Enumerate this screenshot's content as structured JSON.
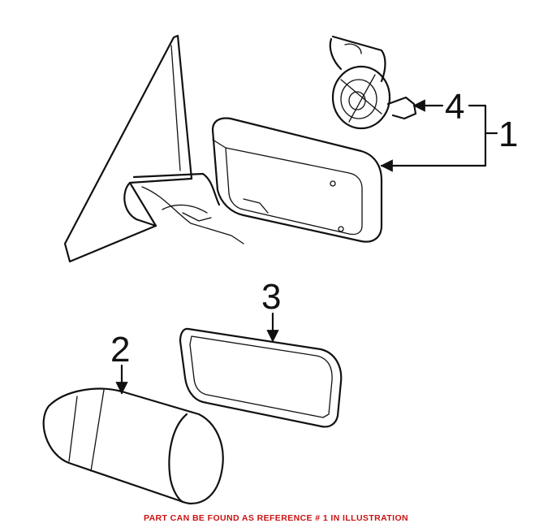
{
  "callouts": {
    "part_1": "1",
    "part_2": "2",
    "part_3": "3",
    "part_4": "4"
  },
  "footer_note": "PART CAN BE FOUND AS REFERENCE # 1 IN ILLUSTRATION",
  "colors": {
    "footer_text": "#cc1111",
    "line": "#111111",
    "background": "#ffffff"
  }
}
